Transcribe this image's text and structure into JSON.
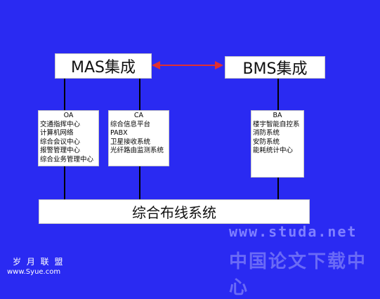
{
  "top_boxes": {
    "mas": "MAS集成",
    "bms": "BMS集成"
  },
  "subsystems": {
    "oa": {
      "heading": "OA",
      "items": [
        "交通指挥中心",
        "计算机网络",
        "综合会议中心",
        "报警管理中心",
        "综合业务管理中心"
      ]
    },
    "ca": {
      "heading": "CA",
      "items": [
        "综合信息平台",
        "PABX",
        "卫星接收系统",
        "光纤路由监测系统"
      ]
    },
    "ba": {
      "heading": "BA",
      "items": [
        "楼宇智能自控系",
        "消防系统",
        "安防系统",
        "能耗统计中心"
      ]
    }
  },
  "wiring": "综合布线系统",
  "watermark": {
    "url": "www.studa.net",
    "name": "中国论文下载中心"
  },
  "logo": {
    "name": "岁 月 联 盟",
    "url": "www.Syue.com"
  },
  "colors": {
    "background": "#2a2af2",
    "arrow": "#e03030"
  }
}
